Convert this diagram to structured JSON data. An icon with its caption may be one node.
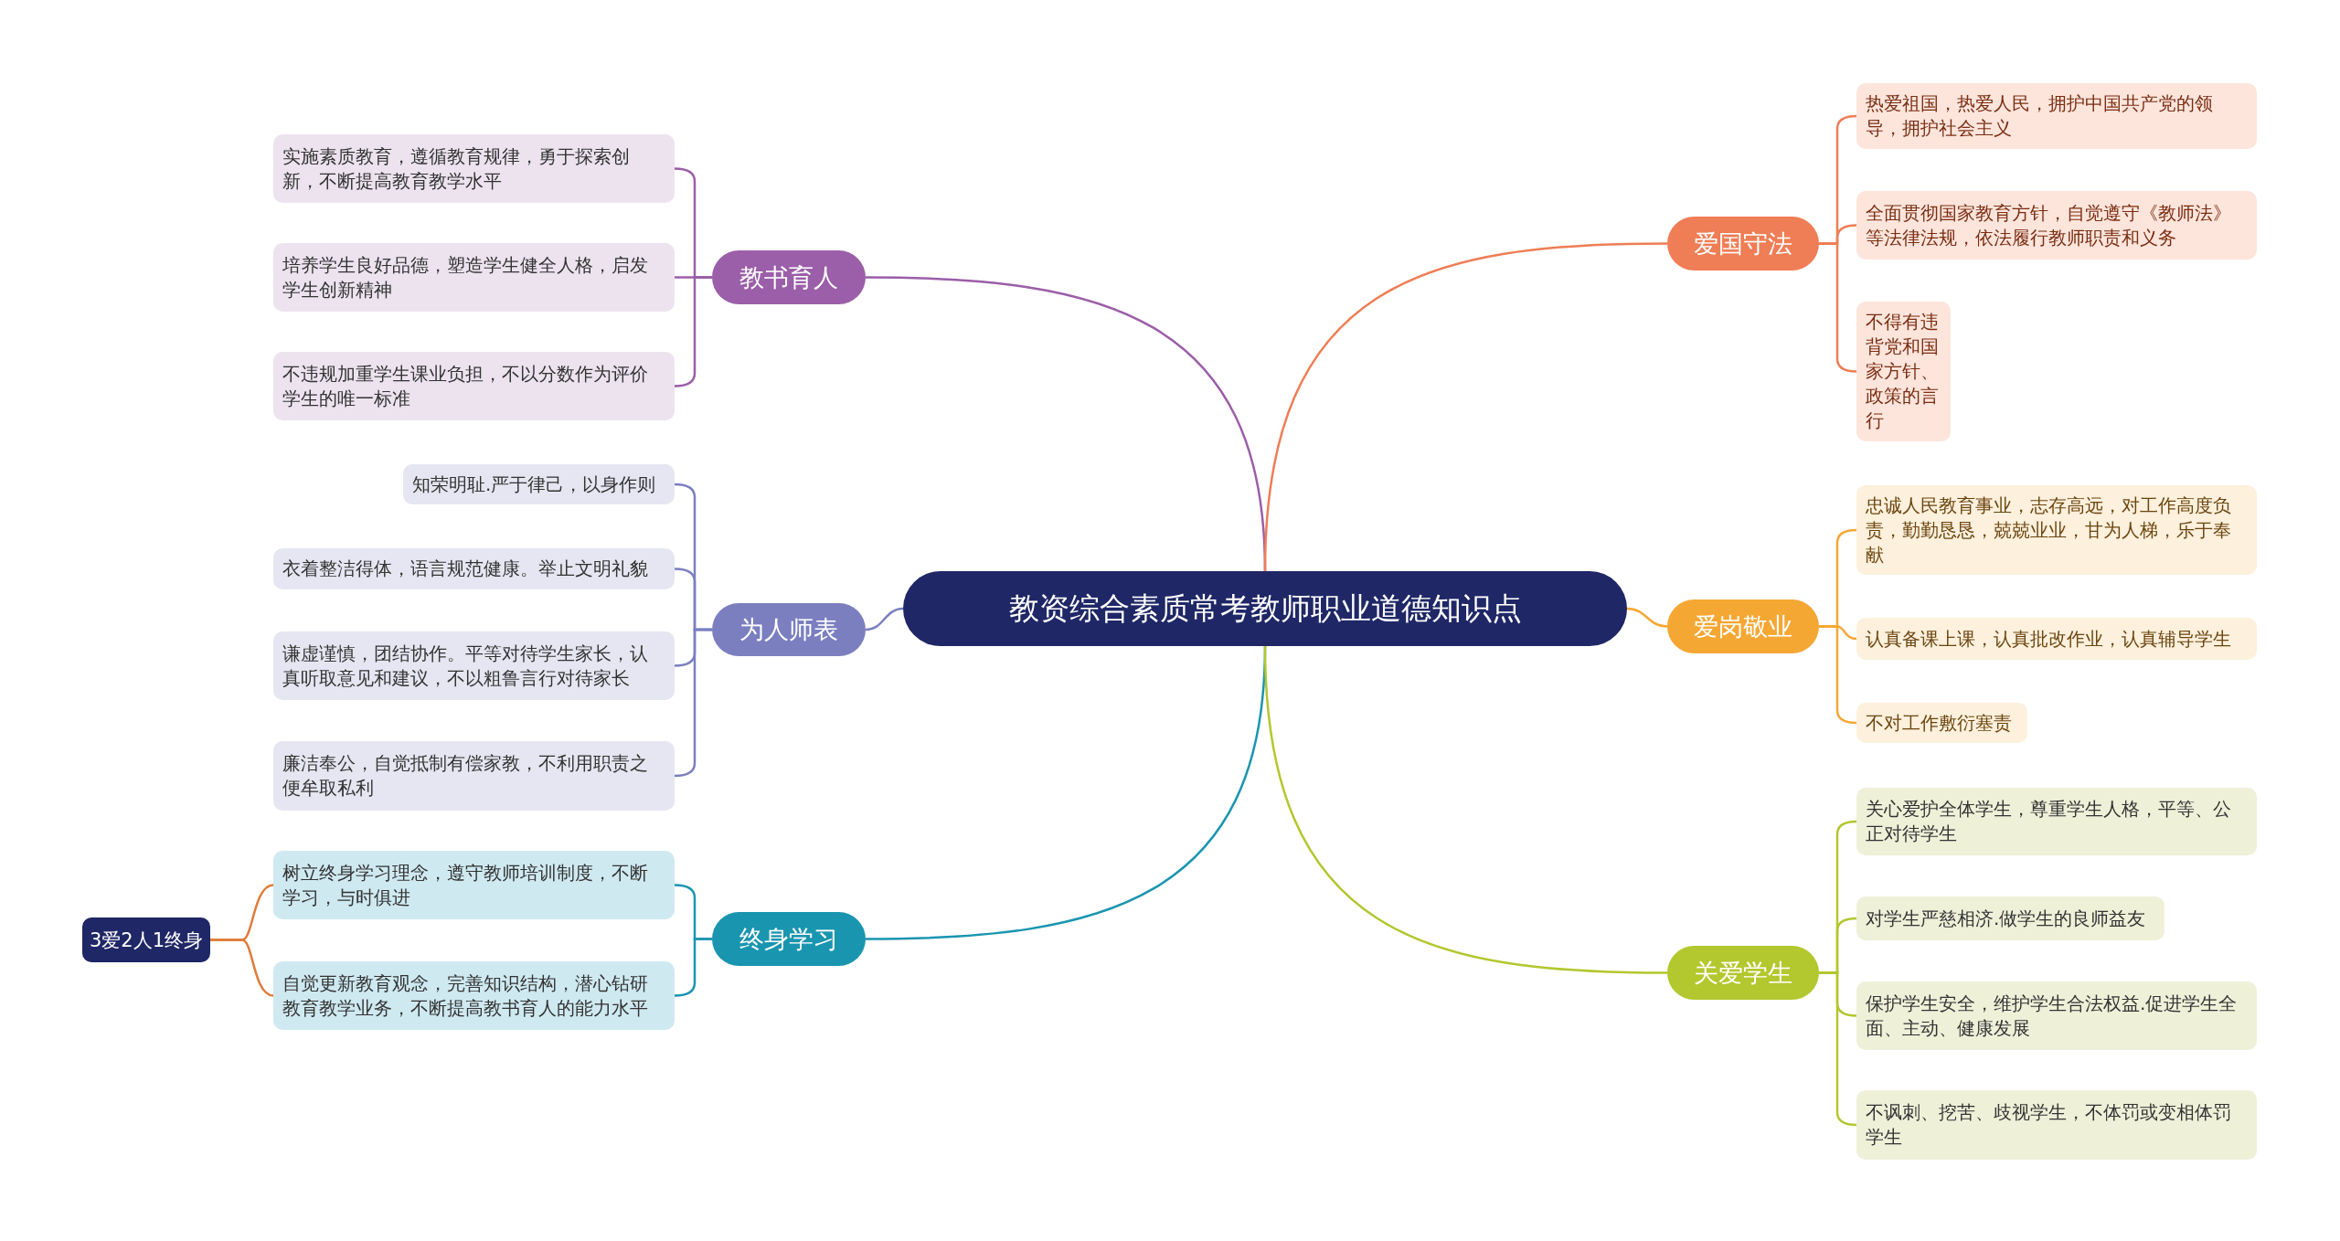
{
  "diagram": {
    "nodes": [
      {
        "text": [
          "教资综合素质常考教师职业道德知识点"
        ]
      },
      {
        "text": [
          "教书育人"
        ]
      },
      {
        "text": [
          "实施素质教育，遵循教育规律，勇于探索创新，不断提高教育教学水平"
        ]
      },
      {
        "text": [
          "培养学生良好品德，塑造学生健全人格，启发学生创新精神"
        ]
      },
      {
        "text": [
          "不违规加重学生课业负担，不以分数作为评价学生的唯一标准"
        ]
      },
      {
        "text": [
          "为人师表"
        ]
      },
      {
        "text": [
          "知荣明耻.严于律己，以身作则"
        ]
      },
      {
        "text": [
          "衣着整洁得体，语言规范健康。举止文明礼貌"
        ]
      },
      {
        "text": [
          "谦虚谨慎，团结协作。平等对待学生家长，认真听取意见和建议，不以粗鲁言行对待家长"
        ]
      },
      {
        "text": [
          "廉洁奉公，自觉抵制有偿家教，不利用职责之便牟取私利"
        ]
      },
      {
        "text": [
          "终身学习"
        ]
      },
      {
        "text": [
          "树立终身学习理念，遵守教师培训制度，不断学习，与时俱进"
        ]
      },
      {
        "text": [
          "自觉更新教育观念，完善知识结构，潜心钻研教育教学业务，不断提高教书育人的能力水平"
        ]
      },
      {
        "text": [
          "3爱2人1终身"
        ]
      },
      {
        "text": [
          "爱国守法"
        ]
      },
      {
        "text": [
          "热爱祖国，热爱人民，拥护中国共产党的领导，拥护社会主义"
        ]
      },
      {
        "text": [
          "全面贯彻国家教育方针，自觉遵守《教师法》等法律法规，依法履行教师职责和义务"
        ]
      },
      {
        "text": [
          "不得有违背党和国家方针、政策的言行"
        ]
      },
      {
        "text": [
          "爱岗敬业"
        ]
      },
      {
        "text": [
          "忠诚人民教育事业，志存高远，对工作高度负责，勤勤恳恳，兢兢业业，甘为人梯，乐于奉献"
        ]
      },
      {
        "text": [
          "认真备课上课，认真批改作业，认真辅导学生"
        ]
      },
      {
        "text": [
          "不对工作敷衍塞责"
        ]
      },
      {
        "text": [
          "关爱学生"
        ]
      },
      {
        "text": [
          "关心爱护全体学生，尊重学生人格，平等、公正对待学生"
        ]
      },
      {
        "text": [
          "对学生严慈相济.做学生的良师益友"
        ]
      },
      {
        "text": [
          "保护学生安全，维护学生合法权益.促进学生全面、主动、健康发展"
        ]
      },
      {
        "text": [
          "不讽刺、挖苦、歧视学生，不体罚或变相体罚学生"
        ]
      }
    ],
    "edges": [
      {
        "from": 0,
        "to": 1,
        "arrow": "none",
        "color": "#9b5ea8"
      },
      {
        "from": 1,
        "to": 2,
        "arrow": "none",
        "color": "#9b5ea8"
      },
      {
        "from": 1,
        "to": 3,
        "arrow": "none",
        "color": "#9b5ea8"
      },
      {
        "from": 1,
        "to": 4,
        "arrow": "none",
        "color": "#9b5ea8"
      },
      {
        "from": 0,
        "to": 5,
        "arrow": "none",
        "color": "#7b7fc0"
      },
      {
        "from": 5,
        "to": 6,
        "arrow": "none",
        "color": "#7b7fc0"
      },
      {
        "from": 5,
        "to": 7,
        "arrow": "none",
        "color": "#7b7fc0"
      },
      {
        "from": 5,
        "to": 8,
        "arrow": "none",
        "color": "#7b7fc0"
      },
      {
        "from": 5,
        "to": 9,
        "arrow": "none",
        "color": "#7b7fc0"
      },
      {
        "from": 0,
        "to": 10,
        "arrow": "none",
        "color": "#1a95b0"
      },
      {
        "from": 10,
        "to": 11,
        "arrow": "none",
        "color": "#1a95b0"
      },
      {
        "from": 10,
        "to": 12,
        "arrow": "none",
        "color": "#1a95b0"
      },
      {
        "from": 13,
        "to": 11,
        "arrow": "none",
        "color": "#e07b39"
      },
      {
        "from": 13,
        "to": 12,
        "arrow": "none",
        "color": "#e07b39"
      },
      {
        "from": 0,
        "to": 14,
        "arrow": "none",
        "color": "#ef7d55"
      },
      {
        "from": 14,
        "to": 15,
        "arrow": "none",
        "color": "#ef7d55"
      },
      {
        "from": 14,
        "to": 16,
        "arrow": "none",
        "color": "#ef7d55"
      },
      {
        "from": 14,
        "to": 17,
        "arrow": "none",
        "color": "#ef7d55"
      },
      {
        "from": 0,
        "to": 18,
        "arrow": "none",
        "color": "#f5a733"
      },
      {
        "from": 18,
        "to": 19,
        "arrow": "none",
        "color": "#f5a733"
      },
      {
        "from": 18,
        "to": 20,
        "arrow": "none",
        "color": "#f5a733"
      },
      {
        "from": 18,
        "to": 21,
        "arrow": "none",
        "color": "#f5a733"
      },
      {
        "from": 0,
        "to": 22,
        "arrow": "none",
        "color": "#b3c72e"
      },
      {
        "from": 22,
        "to": 23,
        "arrow": "none",
        "color": "#b3c72e"
      },
      {
        "from": 22,
        "to": 24,
        "arrow": "none",
        "color": "#b3c72e"
      },
      {
        "from": 22,
        "to": 25,
        "arrow": "none",
        "color": "#b3c72e"
      },
      {
        "from": 22,
        "to": 26,
        "arrow": "none",
        "color": "#b3c72e"
      }
    ]
  }
}
